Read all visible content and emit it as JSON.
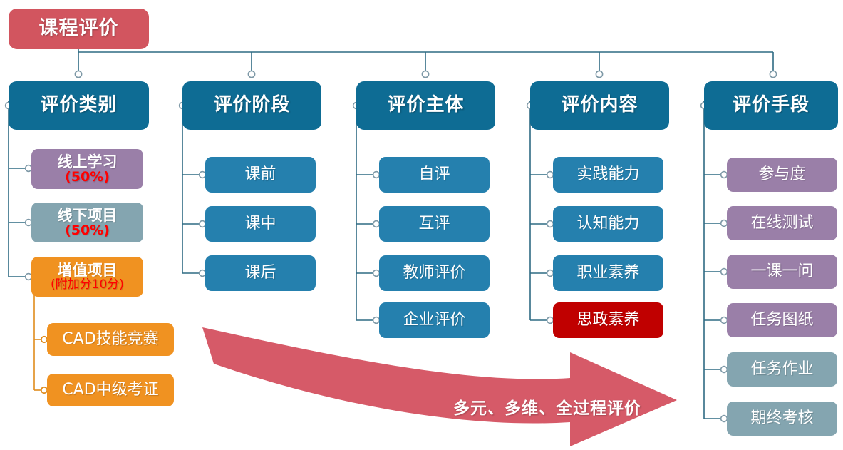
{
  "root": {
    "label": "课程评价"
  },
  "columns": [
    {
      "header": "评价类别",
      "items": [
        {
          "label": "线上学习",
          "note": "(50%)",
          "color": "purple"
        },
        {
          "label": "线下项目",
          "note": "(50%)",
          "color": "slate"
        },
        {
          "label": "增值项目",
          "note": "(附加分10分)",
          "color": "orange"
        }
      ],
      "subitems": [
        {
          "label": "CAD技能竞赛",
          "color": "orange"
        },
        {
          "label": "CAD中级考证",
          "color": "orange"
        }
      ]
    },
    {
      "header": "评价阶段",
      "items": [
        {
          "label": "课前",
          "color": "blue"
        },
        {
          "label": "课中",
          "color": "blue"
        },
        {
          "label": "课后",
          "color": "blue"
        }
      ]
    },
    {
      "header": "评价主体",
      "items": [
        {
          "label": "自评",
          "color": "blue"
        },
        {
          "label": "互评",
          "color": "blue"
        },
        {
          "label": "教师评价",
          "color": "blue"
        },
        {
          "label": "企业评价",
          "color": "blue"
        }
      ]
    },
    {
      "header": "评价内容",
      "items": [
        {
          "label": "实践能力",
          "color": "blue"
        },
        {
          "label": "认知能力",
          "color": "blue"
        },
        {
          "label": "职业素养",
          "color": "blue"
        },
        {
          "label": "思政素养",
          "color": "crimson"
        }
      ]
    },
    {
      "header": "评价手段",
      "items": [
        {
          "label": "参与度",
          "color": "purple"
        },
        {
          "label": "在线测试",
          "color": "purple"
        },
        {
          "label": "一课一问",
          "color": "purple"
        },
        {
          "label": "任务图纸",
          "color": "purple"
        },
        {
          "label": "任务作业",
          "color": "slate"
        },
        {
          "label": "期终考核",
          "color": "slate"
        }
      ]
    }
  ],
  "arrow": {
    "label": "多元、多维、全过程评价"
  },
  "colors": {
    "root_red": "#d2555f",
    "header_blue": "#0e6c94",
    "leaf_blue": "#2580ae",
    "purple": "#9a7fa8",
    "slate": "#84a5b0",
    "orange": "#f09221",
    "crimson": "#c00000",
    "connector": "#2f6b84",
    "connector_orange": "#e08c1d",
    "arrow_red": "#d65a68"
  }
}
